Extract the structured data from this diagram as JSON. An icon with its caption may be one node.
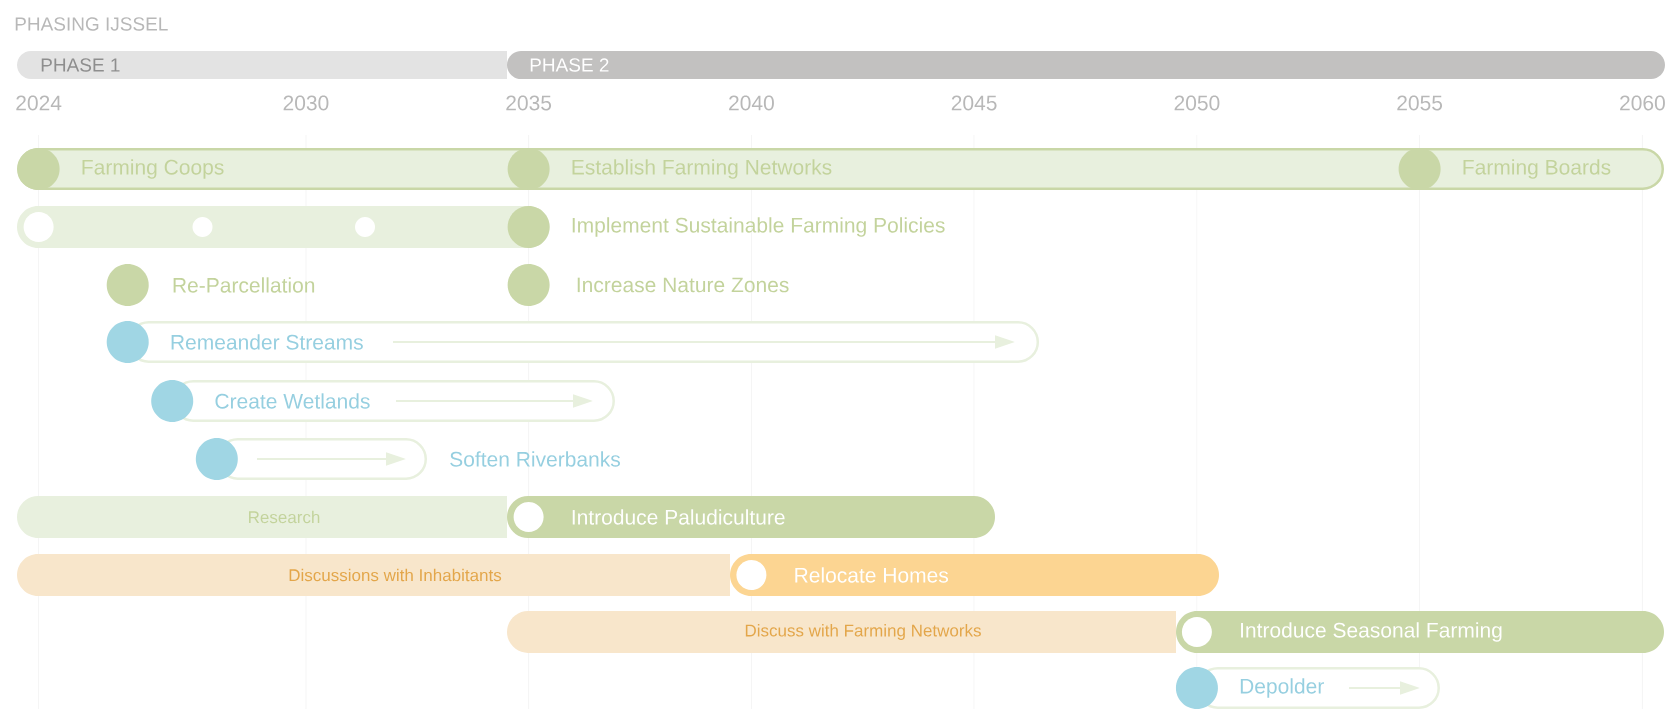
{
  "diagram": {
    "title": "PHASING IJSSEL",
    "nodes": [
      {
        "text": [
          "PHASE 1"
        ]
      },
      {
        "text": [
          "PHASE 2"
        ]
      },
      {
        "text": [
          "Farming Coops",
          "Establish Farming Networks",
          "Farming Boards"
        ]
      },
      {
        "text": [
          "Implement Sustainable Farming Policies"
        ]
      },
      {
        "text": [
          "Re-Parcellation"
        ]
      },
      {
        "text": [
          "Increase Nature Zones"
        ]
      },
      {
        "text": [
          "Remeander Streams"
        ]
      },
      {
        "text": [
          "Create Wetlands"
        ]
      },
      {
        "text": [
          "Soften Riverbanks"
        ]
      },
      {
        "text": [
          "Research"
        ]
      },
      {
        "text": [
          "Introduce Paludiculture"
        ]
      },
      {
        "text": [
          "Discussions with Inhabitants"
        ]
      },
      {
        "text": [
          "Relocate Homes"
        ]
      },
      {
        "text": [
          "Discuss with Farming Networks"
        ]
      },
      {
        "text": [
          "Introduce Seasonal Farming"
        ]
      },
      {
        "text": [
          "Depolder"
        ]
      }
    ],
    "labels": [
      "2024",
      "2030",
      "2035",
      "2040",
      "2045",
      "2050",
      "2055",
      "2060"
    ]
  }
}
